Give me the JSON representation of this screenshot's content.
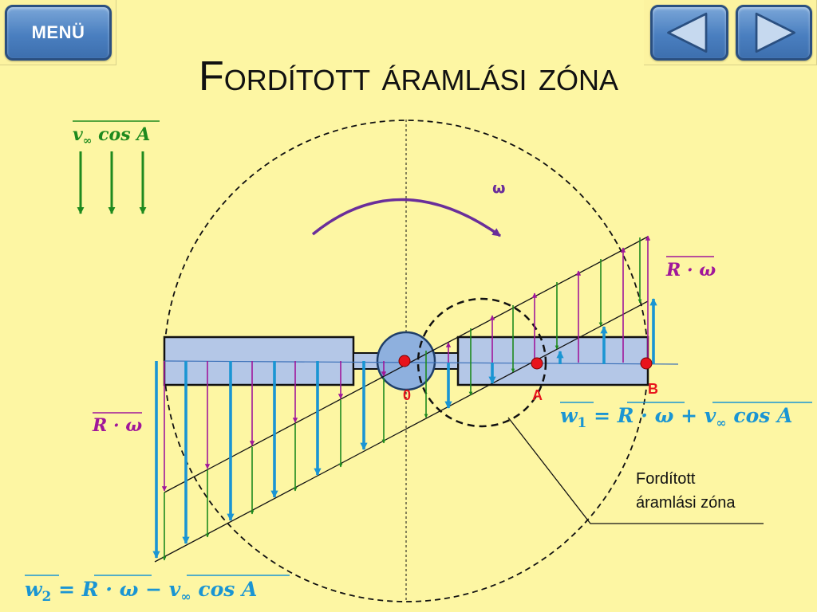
{
  "nav": {
    "menu_label": "MENÜ",
    "prev_icon": "triangle-left-icon",
    "next_icon": "triangle-right-icon"
  },
  "title": "Fordított áramlási zóna",
  "labels": {
    "omega": "ω",
    "point_o": "0",
    "point_a": "A",
    "point_b": "B",
    "zone_line1": "Fordított",
    "zone_line2": "áramlási zóna"
  },
  "formulas": {
    "v_inf_left": "v",
    "v_inf_sub": "∞",
    "v_inf_cos": " cos A",
    "r_omega": "R · ω",
    "w1_w": "w",
    "w1_sub": "1",
    "w1_eq": " = ",
    "w1_rw": "R · ω",
    "w1_plus": " + ",
    "w1_v": "v",
    "w1_vsub": "∞",
    "w1_cos": " cos A",
    "w2_w": "w",
    "w2_sub": "2",
    "w2_eq": " = ",
    "w2_rw": "R · ω",
    "w2_minus": " − ",
    "w2_v": "v",
    "w2_vsub": "∞",
    "w2_cos": " cos A"
  },
  "colors": {
    "background": "#fdf6a3",
    "button_blue": "#4a7fc0",
    "green": "#1e8a1e",
    "magenta": "#a0179a",
    "cyan": "#1a95d3",
    "blade_fill": "#b4c7e7",
    "red_point": "#e8141c",
    "purple": "#6a2e9a"
  }
}
